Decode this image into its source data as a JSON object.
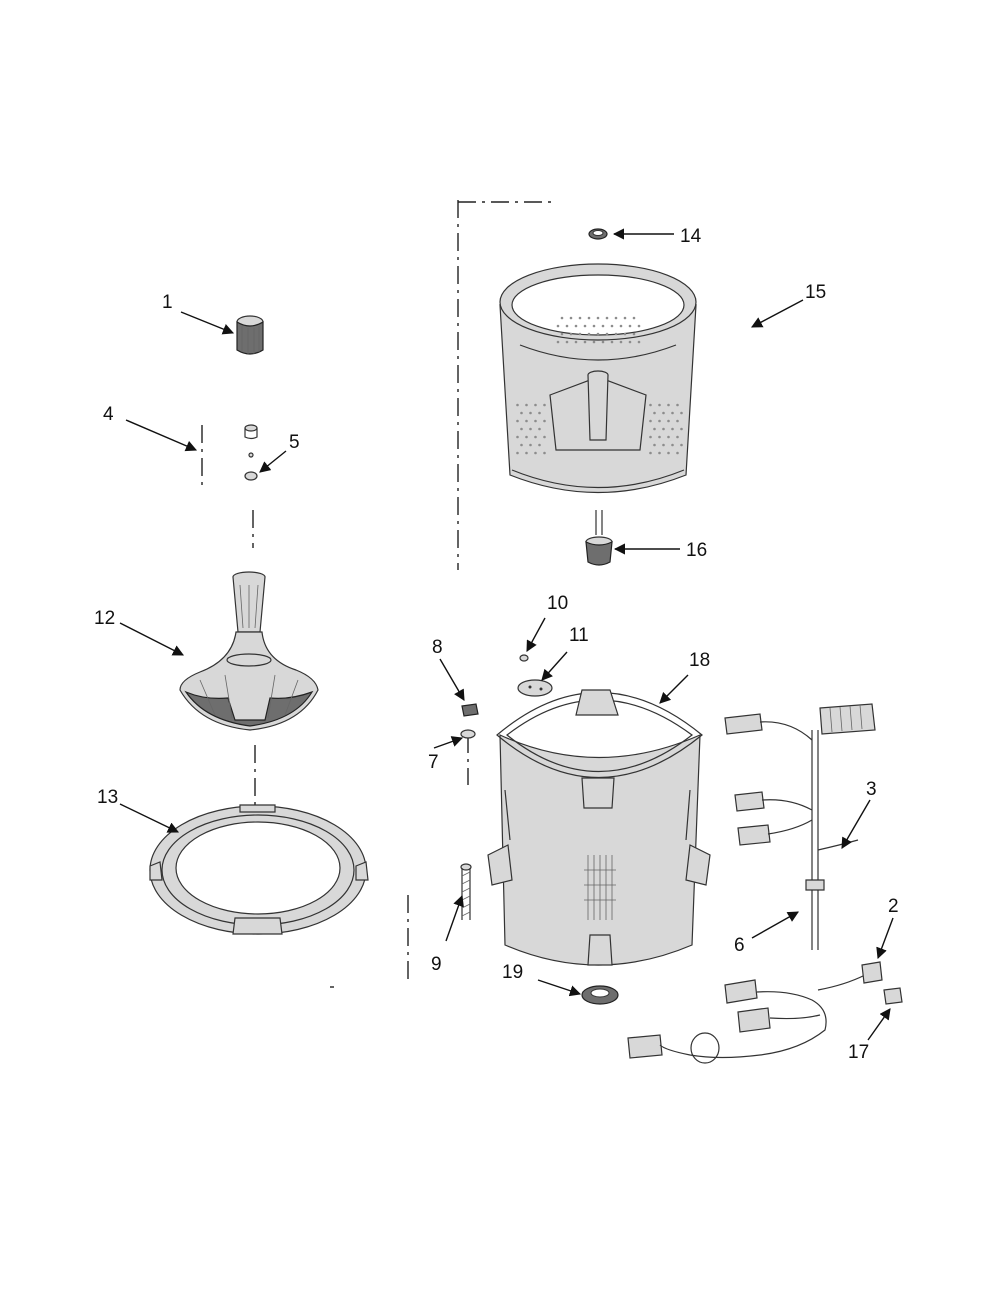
{
  "diagram": {
    "callouts": [
      {
        "id": "1",
        "text": "1"
      },
      {
        "id": "2",
        "text": "2"
      },
      {
        "id": "3",
        "text": "3"
      },
      {
        "id": "4",
        "text": "4"
      },
      {
        "id": "5",
        "text": "5"
      },
      {
        "id": "6",
        "text": "6"
      },
      {
        "id": "7",
        "text": "7"
      },
      {
        "id": "8",
        "text": "8"
      },
      {
        "id": "9",
        "text": "9"
      },
      {
        "id": "10",
        "text": "10"
      },
      {
        "id": "11",
        "text": "11"
      },
      {
        "id": "12",
        "text": "12"
      },
      {
        "id": "13",
        "text": "13"
      },
      {
        "id": "14",
        "text": "14"
      },
      {
        "id": "15",
        "text": "15"
      },
      {
        "id": "16",
        "text": "16"
      },
      {
        "id": "17",
        "text": "17"
      },
      {
        "id": "18",
        "text": "18"
      },
      {
        "id": "19",
        "text": "19"
      }
    ],
    "colors": {
      "line": "#111111",
      "shade": "#d8d8d8",
      "dark": "#6e6e6e",
      "background": "#ffffff"
    }
  }
}
